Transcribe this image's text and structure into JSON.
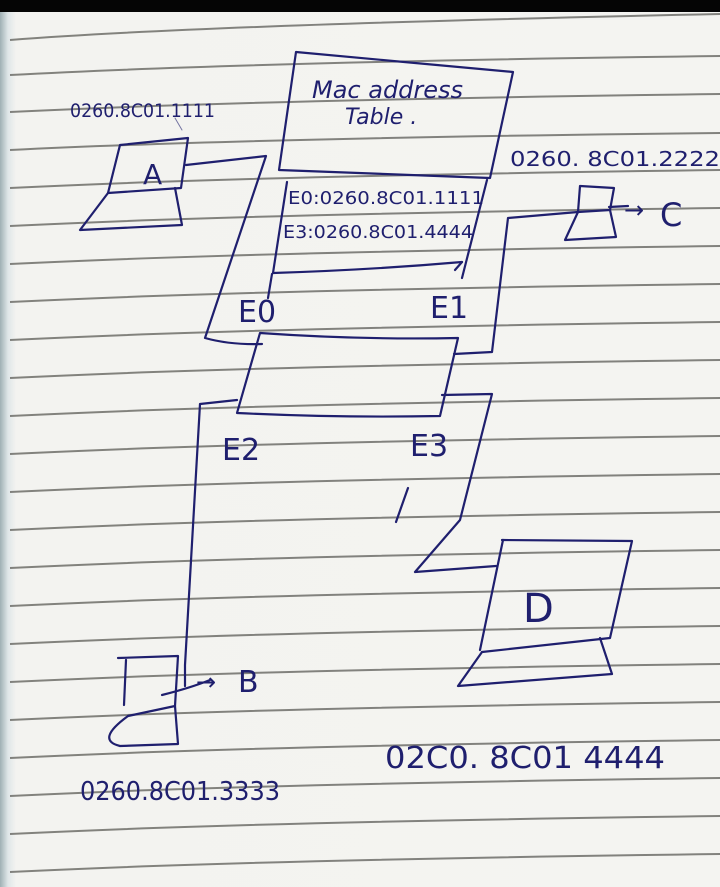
{
  "diagram": {
    "type": "network-switch-diagram",
    "medium": "handwritten notebook page",
    "ink_color": "#1f1f6e",
    "line_color": "#6f6f6a",
    "paper_color": "#f4f4f1",
    "mac_table": {
      "title_line1": "Mac address",
      "title_line2": "Table .",
      "entries": [
        {
          "text": "E0:0260.8C01.1111",
          "port": "E0",
          "mac": "0260.8C01.1111"
        },
        {
          "text": "E3:0260.8C01.4444",
          "port": "E3",
          "mac": "0260.8C01.4444"
        }
      ]
    },
    "switch": {
      "ports": [
        "E0",
        "E1",
        "E2",
        "E3"
      ]
    },
    "hosts": [
      {
        "id": "A",
        "label": "A",
        "mac": "0260.8C01.1111",
        "port": "E0"
      },
      {
        "id": "B",
        "label": "B",
        "mac": "0260.8C01.3333",
        "port": "E2",
        "arrow": "→B"
      },
      {
        "id": "C",
        "label": "C",
        "mac": "0260.8C01.2222",
        "port": "E1",
        "arrow": "→C"
      },
      {
        "id": "D",
        "label": "D",
        "mac": "0260.8C01.4444",
        "port": "E3"
      }
    ],
    "labels": {
      "mac_a": "0260.8C01.1111",
      "mac_c": "0260. 8C01.2222",
      "mac_b": "0260.8C01.3333",
      "mac_d": "02C0. 8C01 4444",
      "port_e0": "E0",
      "port_e1": "E1",
      "port_e2": "E2",
      "port_e3": "E3",
      "host_a": "A",
      "host_b": "B",
      "host_c": "C",
      "host_d": "D",
      "arrow_b": "→",
      "arrow_c": "→"
    }
  }
}
